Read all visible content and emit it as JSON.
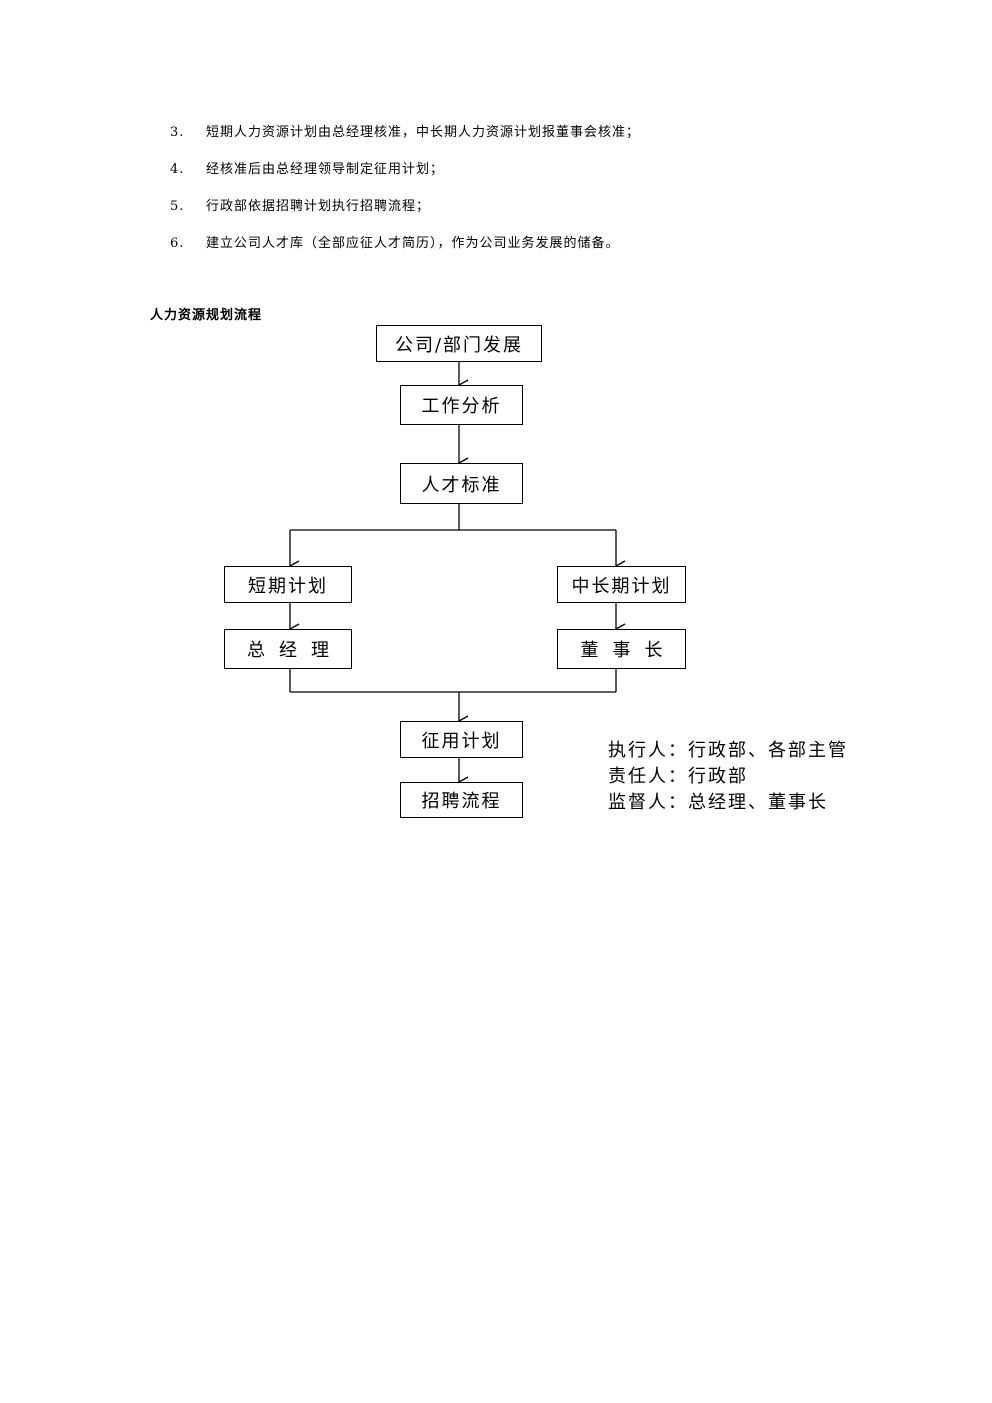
{
  "list_items": [
    {
      "num": "3.",
      "text": "短期人力资源计划由总经理核准，中长期人力资源计划报董事会核准；"
    },
    {
      "num": "4.",
      "text": "经核准后由总经理领导制定征用计划；"
    },
    {
      "num": "5.",
      "text": "行政部依据招聘计划执行招聘流程；"
    },
    {
      "num": "6.",
      "text": "建立公司人才库（全部应征人才简历），作为公司业务发展的储备。"
    }
  ],
  "section_title": "人力资源规划流程",
  "flow": {
    "company_dept_dev": "公司/部门发展",
    "job_analysis": "工作分析",
    "talent_standard": "人才标准",
    "short_term_plan": "短期计划",
    "mid_long_term_plan": "中长期计划",
    "general_manager": "总经理",
    "chairman": "董事长",
    "recruit_plan": "征用计划",
    "recruit_process": "招聘流程"
  },
  "roles": {
    "executor": "执行人：行政部、各部主管",
    "responsible": "责任人：行政部",
    "supervisor": "监督人：总经理、董事长"
  }
}
